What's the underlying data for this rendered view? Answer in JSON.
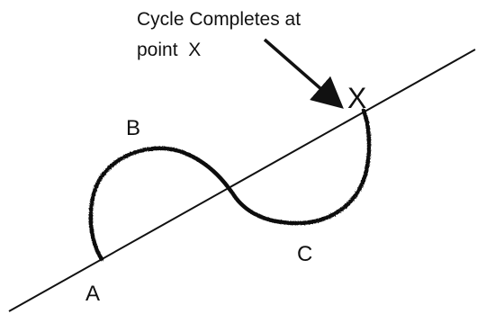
{
  "annotation": {
    "line1": "Cycle Completes at",
    "line2": "point  X"
  },
  "points": {
    "a": "A",
    "b": "B",
    "c": "C",
    "x": "X"
  },
  "colors": {
    "ink": "#111111",
    "background": "#ffffff"
  }
}
